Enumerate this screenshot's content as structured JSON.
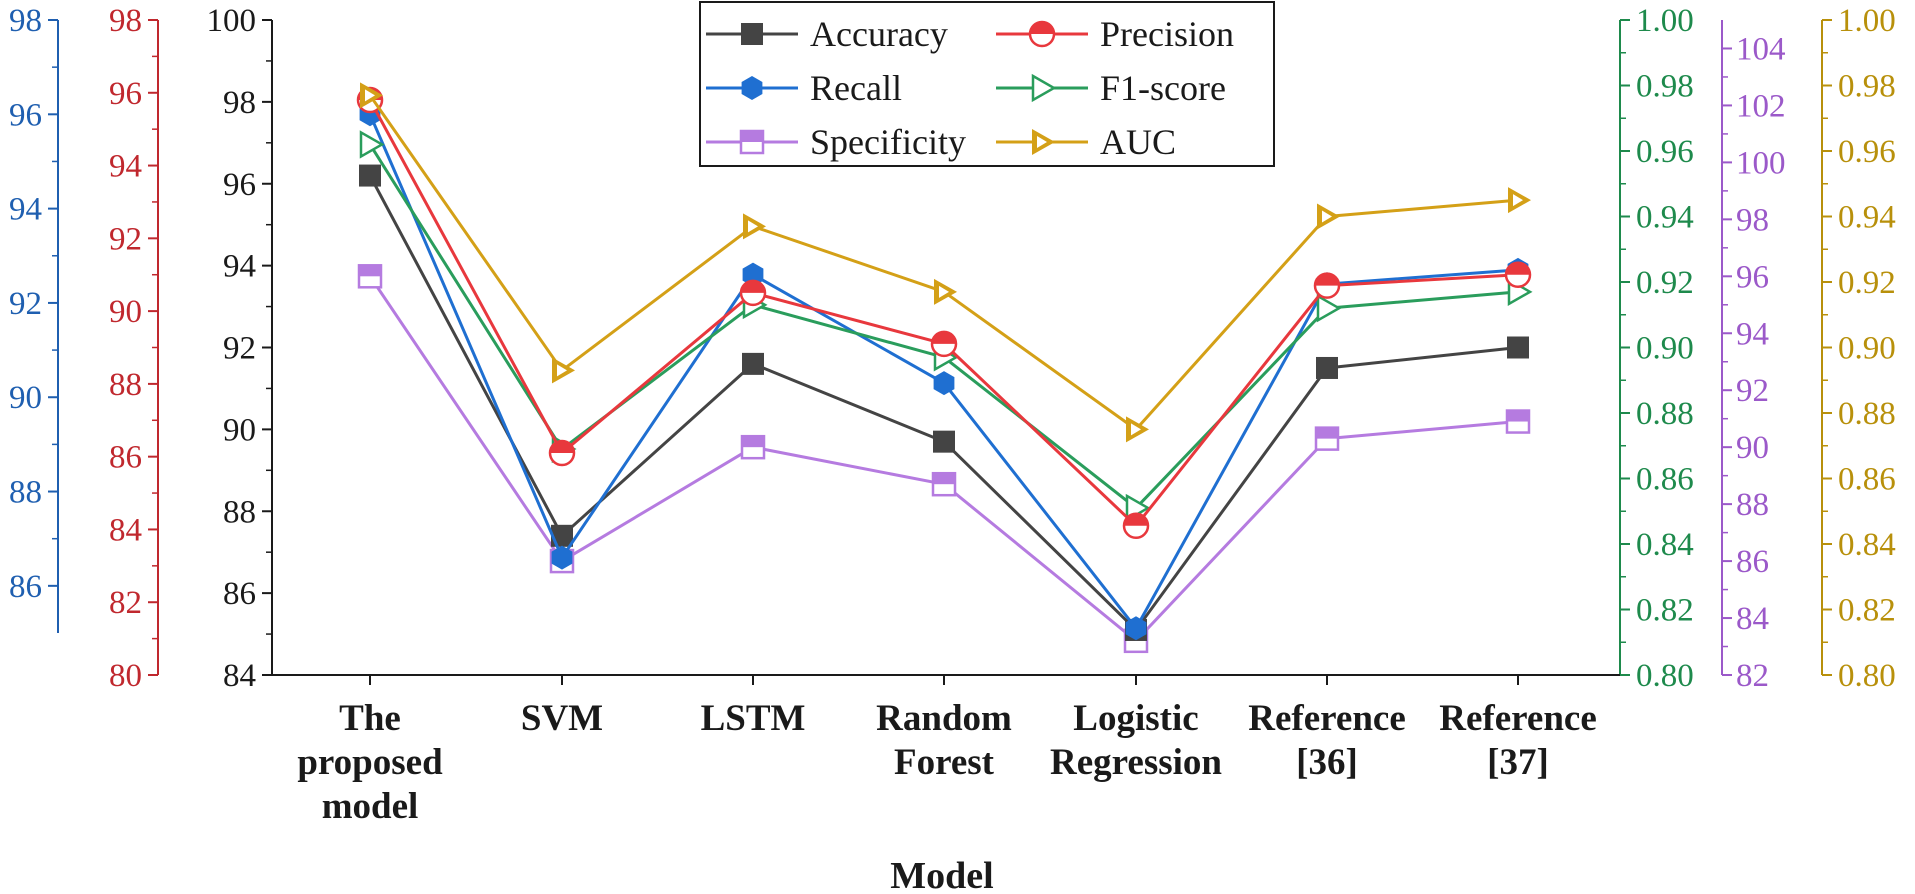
{
  "chart_data": {
    "type": "line",
    "xlabel": "Model",
    "categories": [
      [
        "The",
        "proposed",
        "model"
      ],
      [
        "SVM"
      ],
      [
        "LSTM"
      ],
      [
        "Random",
        "Forest"
      ],
      [
        "Logistic",
        "Regression"
      ],
      [
        "Reference",
        "[36]"
      ],
      [
        "Reference",
        "[37]"
      ]
    ],
    "axes": [
      {
        "id": "recall",
        "color": "#1f5fb0",
        "side": "left",
        "ylim": [
          85,
          98
        ],
        "ticks": [
          86,
          88,
          90,
          92,
          94,
          96,
          98
        ],
        "labels": [
          "86",
          "88",
          "90",
          "92",
          "94",
          "96",
          "98"
        ]
      },
      {
        "id": "precision",
        "color": "#c0282e",
        "side": "left",
        "ylim": [
          80,
          98
        ],
        "ticks": [
          80,
          82,
          84,
          86,
          88,
          90,
          92,
          94,
          96,
          98
        ],
        "labels": [
          "80",
          "82",
          "84",
          "86",
          "88",
          "90",
          "92",
          "94",
          "96",
          "98"
        ]
      },
      {
        "id": "accuracy",
        "color": "#1a1a1a",
        "side": "left",
        "ylim": [
          84,
          100
        ],
        "ticks": [
          84,
          86,
          88,
          90,
          92,
          94,
          96,
          98,
          100
        ],
        "labels": [
          "84",
          "86",
          "88",
          "90",
          "92",
          "94",
          "96",
          "98",
          "100"
        ]
      },
      {
        "id": "f1",
        "color": "#1e8a4c",
        "side": "right",
        "ylim": [
          0.8,
          1.0
        ],
        "ticks": [
          0.8,
          0.82,
          0.84,
          0.86,
          0.88,
          0.9,
          0.92,
          0.94,
          0.96,
          0.98,
          1.0
        ],
        "labels": [
          "0.80",
          "0.82",
          "0.84",
          "0.86",
          "0.88",
          "0.90",
          "0.92",
          "0.94",
          "0.96",
          "0.98",
          "1.00"
        ]
      },
      {
        "id": "specificity",
        "color": "#9b59c9",
        "side": "right",
        "ylim": [
          82,
          105
        ],
        "ticks": [
          82,
          84,
          86,
          88,
          90,
          92,
          94,
          96,
          98,
          100,
          102,
          104
        ],
        "labels": [
          "82",
          "84",
          "86",
          "88",
          "90",
          "92",
          "94",
          "96",
          "98",
          "100",
          "102",
          "104"
        ]
      },
      {
        "id": "auc",
        "color": "#b8900b",
        "side": "right",
        "ylim": [
          0.8,
          1.0
        ],
        "ticks": [
          0.8,
          0.82,
          0.84,
          0.86,
          0.88,
          0.9,
          0.92,
          0.94,
          0.96,
          0.98,
          1.0
        ],
        "labels": [
          "0.80",
          "0.82",
          "0.84",
          "0.86",
          "0.88",
          "0.90",
          "0.92",
          "0.94",
          "0.96",
          "0.98",
          "1.00"
        ]
      }
    ],
    "series": [
      {
        "name": "Accuracy",
        "axis": "accuracy",
        "color": "#444444",
        "marker": "square",
        "values": [
          96.2,
          87.4,
          91.6,
          89.7,
          85.1,
          91.5,
          92.0
        ]
      },
      {
        "name": "Precision",
        "axis": "precision",
        "color": "#e8383d",
        "marker": "half-circle",
        "values": [
          95.8,
          86.1,
          90.5,
          89.1,
          84.1,
          90.7,
          91.0
        ]
      },
      {
        "name": "Recall",
        "axis": "recall",
        "color": "#1f6fd1",
        "marker": "hexagon",
        "values": [
          96.0,
          86.6,
          92.6,
          90.3,
          85.1,
          92.4,
          92.7
        ]
      },
      {
        "name": "F1-score",
        "axis": "f1",
        "color": "#2a9d5c",
        "marker": "triangle-open",
        "values": [
          0.962,
          0.869,
          0.913,
          0.897,
          0.851,
          0.912,
          0.917
        ]
      },
      {
        "name": "Specificity",
        "axis": "specificity",
        "color": "#b57be0",
        "marker": "half-square",
        "values": [
          96.0,
          86.0,
          90.0,
          88.7,
          83.2,
          90.3,
          90.9
        ]
      },
      {
        "name": "AUC",
        "axis": "auc",
        "color": "#d4a017",
        "marker": "triangle",
        "values": [
          0.977,
          0.893,
          0.937,
          0.917,
          0.875,
          0.94,
          0.945
        ]
      }
    ],
    "legend": {
      "placement": "top-center",
      "columns": 2
    }
  }
}
